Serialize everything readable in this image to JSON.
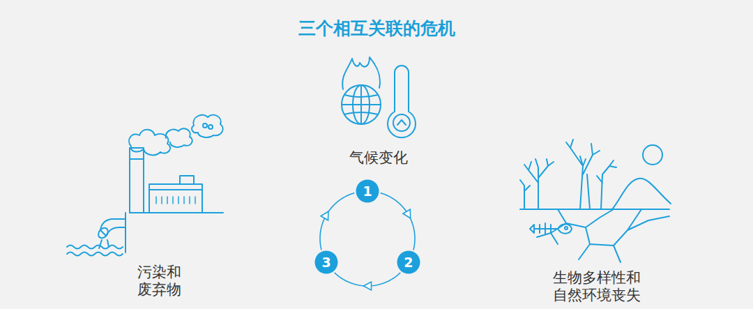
{
  "diagram": {
    "title": "三个相互关联的危机",
    "nodes": [
      {
        "text": [
          "1"
        ]
      },
      {
        "text": [
          "2"
        ]
      },
      {
        "text": [
          "3"
        ]
      }
    ],
    "edges": [
      {
        "from": 0,
        "to": 1,
        "arrow": "to"
      },
      {
        "from": 1,
        "to": 2,
        "arrow": "to"
      },
      {
        "from": 2,
        "to": 0,
        "arrow": "to"
      }
    ],
    "labels": [
      "气候变化",
      "污染和 废弃物",
      "生物多样性和 自然环境丧失"
    ]
  }
}
